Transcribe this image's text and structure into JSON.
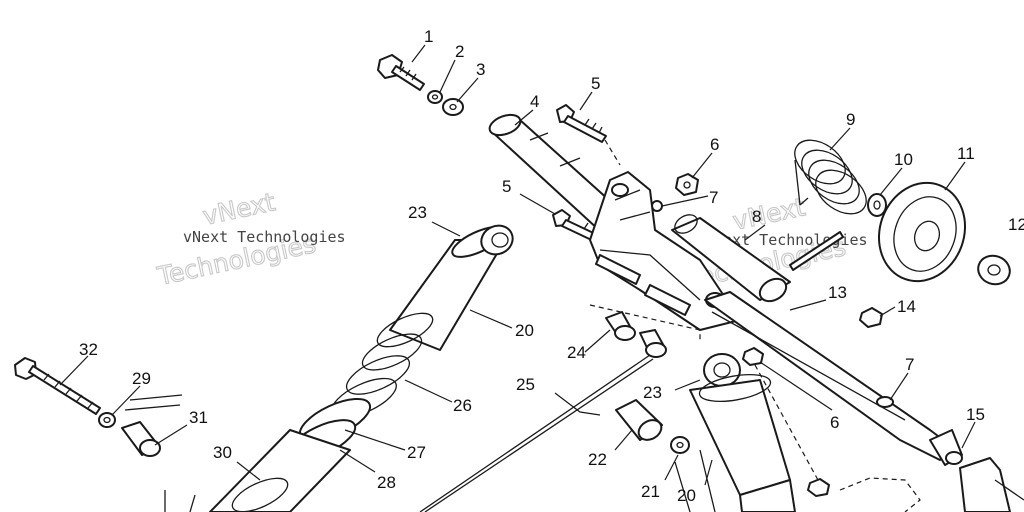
{
  "watermark": {
    "line1": "vNext Technologies",
    "big_top": "vNext",
    "big_bottom": "Technologies"
  },
  "callouts": [
    "1",
    "2",
    "3",
    "4",
    "5",
    "5",
    "6",
    "6",
    "7",
    "7",
    "8",
    "9",
    "10",
    "11",
    "12",
    "13",
    "14",
    "15",
    "20",
    "20",
    "21",
    "22",
    "23",
    "23",
    "24",
    "25",
    "26",
    "27",
    "28",
    "29",
    "30",
    "31",
    "32"
  ]
}
